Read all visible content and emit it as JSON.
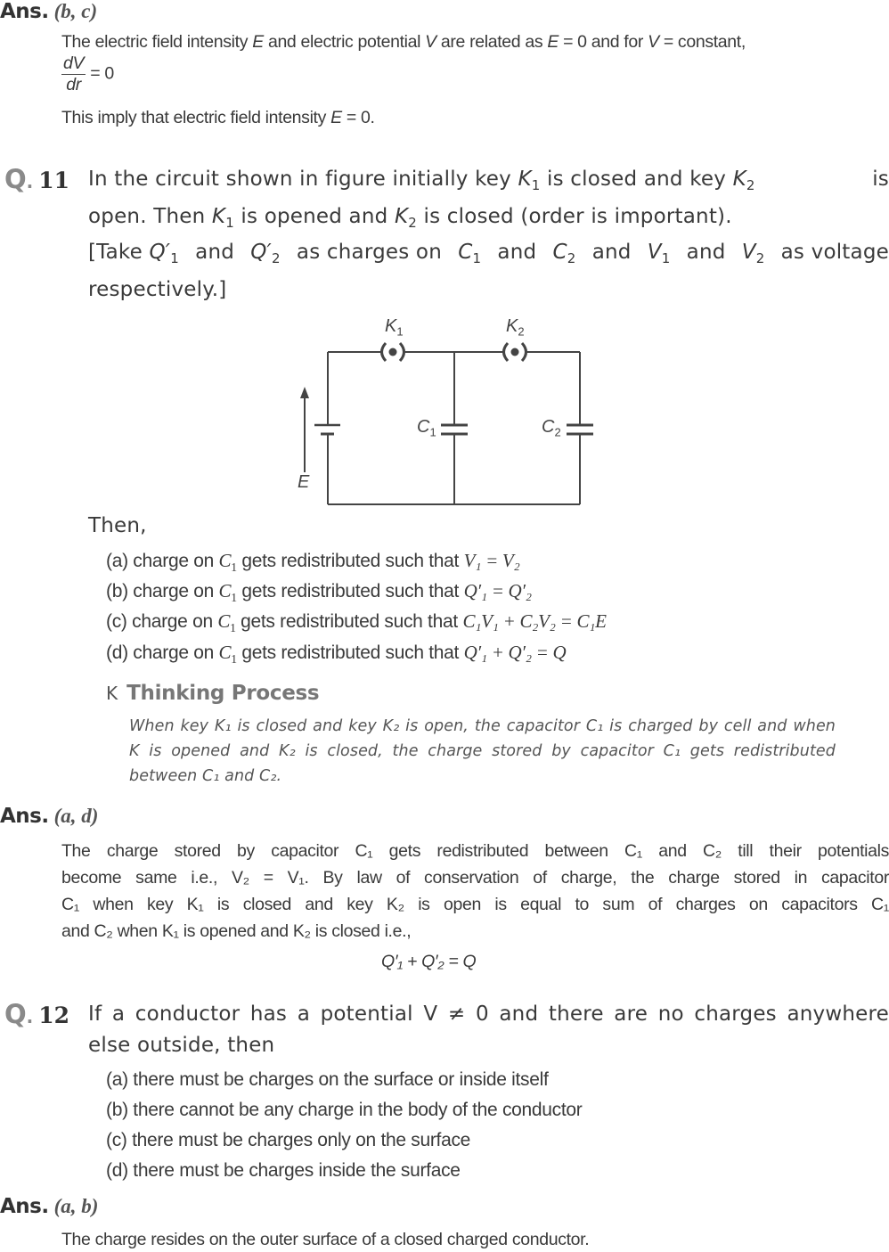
{
  "block1": {
    "ans_label": "Ans.",
    "ans_options": "(b, c)",
    "line1_a": "The electric field intensity ",
    "line1_E": "E",
    "line1_b": " and electric potential ",
    "line1_V": "V",
    "line1_c": " are related as ",
    "line1_E2": "E",
    "line1_d": " = 0 and for ",
    "line1_V2": "V",
    "line1_e": " = constant,",
    "frac_num": "dV",
    "frac_den": "dr",
    "frac_rhs": " = 0",
    "line3_a": "This imply that electric field intensity ",
    "line3_E": "E",
    "line3_b": " = 0."
  },
  "q11": {
    "mark": "Q",
    "number": "11",
    "line1": [
      "In the circuit shown in figure initially key ",
      "K",
      "1",
      " is closed and key ",
      "K",
      "2",
      " is"
    ],
    "line2": [
      "open. Then ",
      "K",
      "1",
      " is opened and ",
      "K",
      "2",
      " is closed (order is important)."
    ],
    "line3": [
      "[Take ",
      "Q′",
      "1",
      " and ",
      "Q′",
      "2",
      " as charges on ",
      "C",
      "1",
      " and ",
      "C",
      "2",
      " and ",
      "V",
      "1",
      " and ",
      "V",
      "2",
      " as voltage"
    ],
    "line4": "respectively.]",
    "circuit": {
      "label_k1": "K",
      "label_k1_sub": "1",
      "label_k2": "K",
      "label_k2_sub": "2",
      "label_c1": "C",
      "label_c1_sub": "1",
      "label_c2": "C",
      "label_c2_sub": "2",
      "label_e": "E"
    },
    "then": "Then,",
    "options": [
      {
        "prefix": "(a) charge on ",
        "c": "C",
        "c_sub": "1",
        "mid": " gets redistributed such that ",
        "eq": "V₁ = V₂"
      },
      {
        "prefix": "(b) charge on ",
        "c": "C",
        "c_sub": "1",
        "mid": " gets redistributed such that ",
        "eq": "Q′₁  = Q′₂"
      },
      {
        "prefix": "(c) charge on ",
        "c": "C",
        "c_sub": "1",
        "mid": " gets redistributed such that ",
        "eq": "C₁V₁ + C₂V₂ = C₁E"
      },
      {
        "prefix": "(d) charge on ",
        "c": "C",
        "c_sub": "1",
        "mid": " gets redistributed such that ",
        "eq": "Q′₁  + Q′₂  = Q"
      }
    ],
    "thinking": {
      "icon_letter": "K",
      "heading": "Thinking Process",
      "line1": "When key K₁ is closed and key K₂ is open, the capacitor C₁ is charged by cell and when",
      "line2": "K is opened and K₂ is closed, the charge stored by capacitor C₁ gets redistributed",
      "line3": "between C₁ and C₂."
    },
    "answer": {
      "label": "Ans.",
      "options": "(a, d)",
      "line1": "The charge stored by capacitor C₁ gets redistributed between C₁ and C₂ till their potentials",
      "line2": "become same i.e., V₂ = V₁. By law of conservation of charge, the charge stored in capacitor",
      "line3": "C₁ when key K₁ is closed and key K₂ is open is equal to sum of charges on capacitors C₁",
      "line4": "and C₂ when K₁ is opened and K₂ is closed i.e.,",
      "equation": "Q′₁ + Q′₂ = Q"
    }
  },
  "q12": {
    "mark": "Q",
    "number": "12",
    "line1": "If a conductor has a potential V ≠ 0 and there are no charges anywhere",
    "line2": "else outside, then",
    "options": [
      "(a) there must be charges on the surface or inside itself",
      "(b) there cannot be any charge in the body of the conductor",
      "(c) there must be charges only on the surface",
      "(d) there must be charges inside the surface"
    ],
    "answer": {
      "label": "Ans.",
      "options": "(a, b)",
      "line1": "The charge resides on the outer surface of a closed charged conductor."
    }
  }
}
